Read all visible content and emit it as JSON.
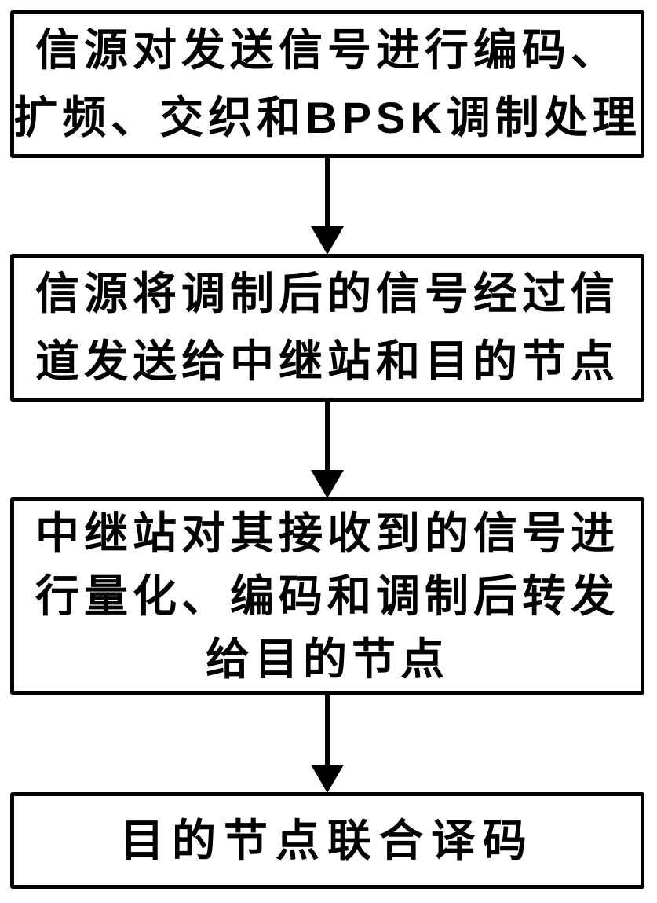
{
  "diagram": {
    "type": "flowchart",
    "direction": "top-to-bottom",
    "colors": {
      "background": "#ffffff",
      "line": "#000000",
      "text": "#000000"
    },
    "boxes": [
      {
        "id": "step-1",
        "lines": [
          "信源对发送信号进行编码、",
          "扩频、交织和BPSK调制处理"
        ]
      },
      {
        "id": "step-2",
        "lines": [
          "信源将调制后的信号经过信",
          "道发送给中继站和目的节点"
        ]
      },
      {
        "id": "step-3",
        "lines": [
          "中继站对其接收到的信号进",
          "行量化、编码和调制后转发",
          "给目的节点"
        ]
      },
      {
        "id": "step-4",
        "lines": [
          "目的节点联合译码"
        ]
      }
    ],
    "arrows": [
      {
        "from": "step-1",
        "to": "step-2",
        "direction": "down"
      },
      {
        "from": "step-2",
        "to": "step-3",
        "direction": "down"
      },
      {
        "from": "step-3",
        "to": "step-4",
        "direction": "down"
      }
    ]
  }
}
